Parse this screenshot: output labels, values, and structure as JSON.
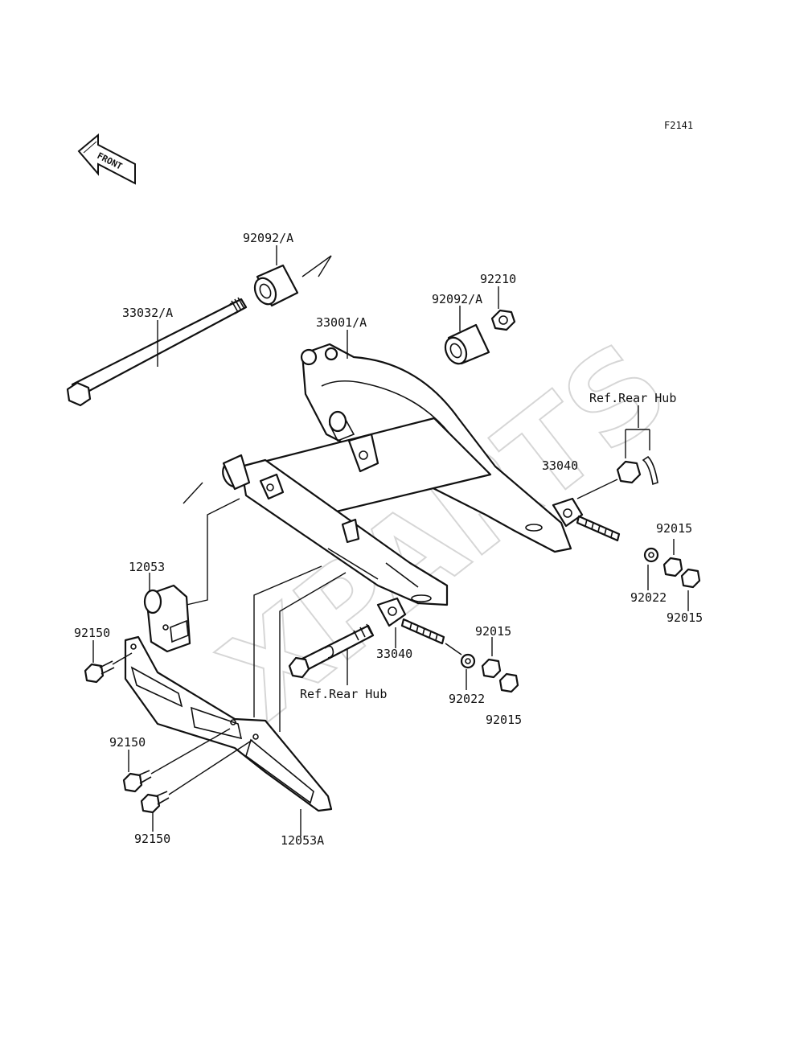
{
  "diagram": {
    "code": "F2141",
    "front_label": "FRONT",
    "watermark": "XPARTS",
    "parts": {
      "shaft": "33032/A",
      "collar_top": "92092/A",
      "collar_right": "92092/A",
      "nut_top": "92210",
      "swingarm": "33001/A",
      "ref_rear_hub_top": "Ref.Rear Hub",
      "adjuster_right": "33040",
      "nut_right_a": "92015",
      "washer_right": "92022",
      "nut_right_b": "92015",
      "chain_guide_block": "12053",
      "bolt_a": "92150",
      "adjuster_center": "33040",
      "nut_center_a": "92015",
      "ref_rear_hub_bottom": "Ref.Rear Hub",
      "washer_center": "92022",
      "nut_center_b": "92015",
      "bolt_b": "92150",
      "bolt_c": "92150",
      "chain_guard": "12053A"
    }
  }
}
